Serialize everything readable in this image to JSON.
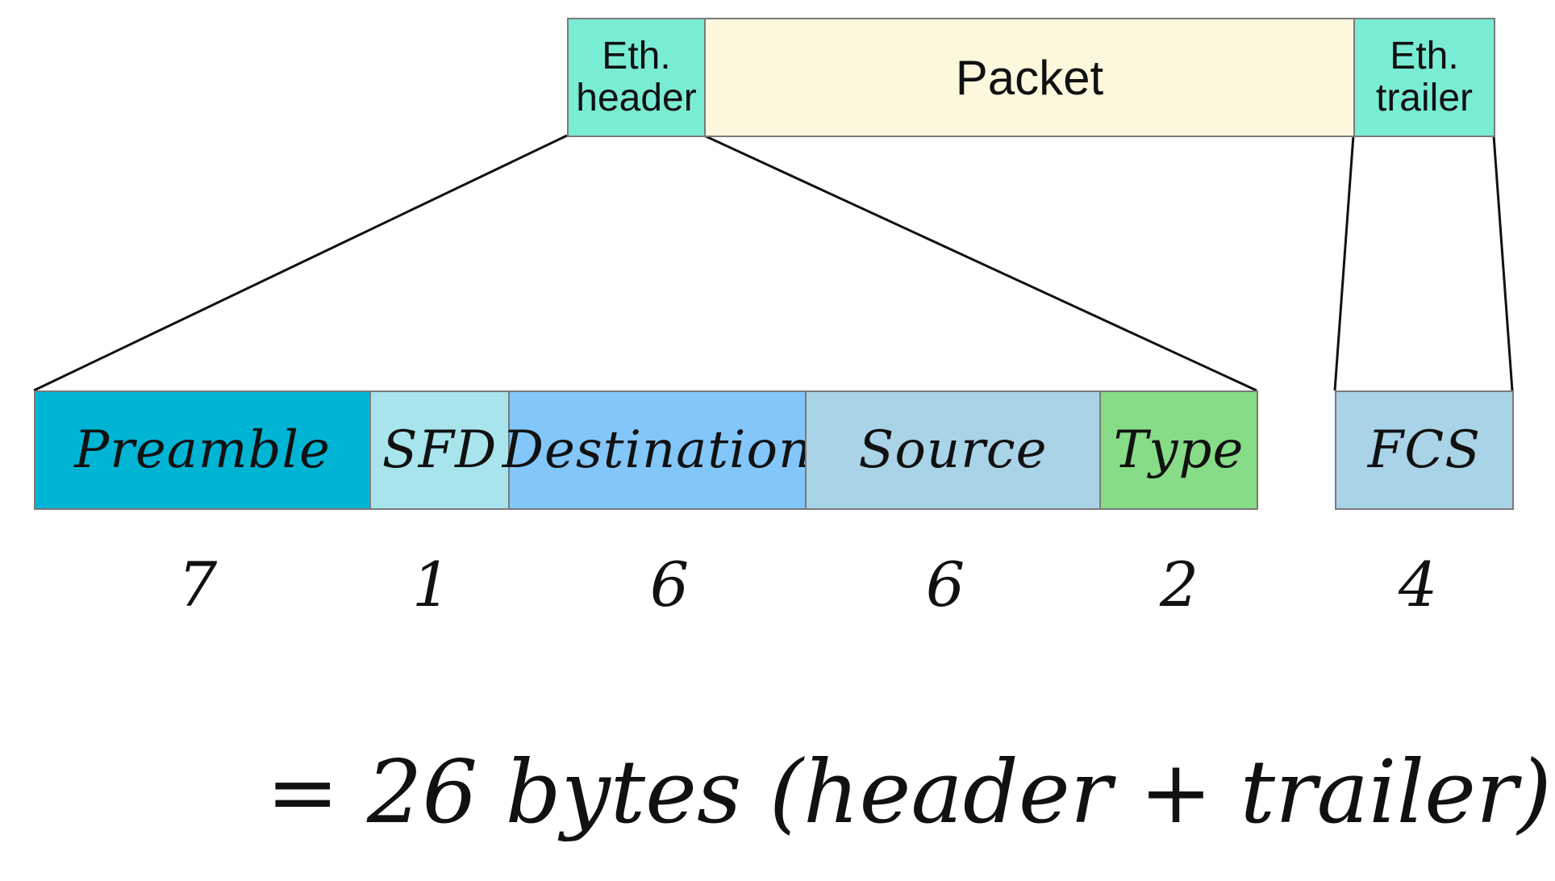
{
  "header_row": {
    "eth_header": "Eth.\nheader",
    "packet": "Packet",
    "eth_trailer": "Eth.\ntrailer"
  },
  "fields": [
    {
      "label": "Preamble",
      "size": "7",
      "color": "#00b4d4"
    },
    {
      "label": "SFD",
      "size": "1",
      "color": "#a8e4ec"
    },
    {
      "label": "Destination",
      "size": "6",
      "color": "#82c6fa"
    },
    {
      "label": "Source",
      "size": "6",
      "color": "#a9d3e6"
    },
    {
      "label": "Type",
      "size": "2",
      "color": "#87dc87"
    },
    {
      "label": "FCS",
      "size": "4",
      "color": "#a9d3e6"
    }
  ],
  "colors": {
    "eth_header": "#79ecd4",
    "packet": "#fdf7dd",
    "eth_trailer": "#79ecd4",
    "line": "#111111"
  },
  "total": "= 26 bytes (header + trailer)"
}
